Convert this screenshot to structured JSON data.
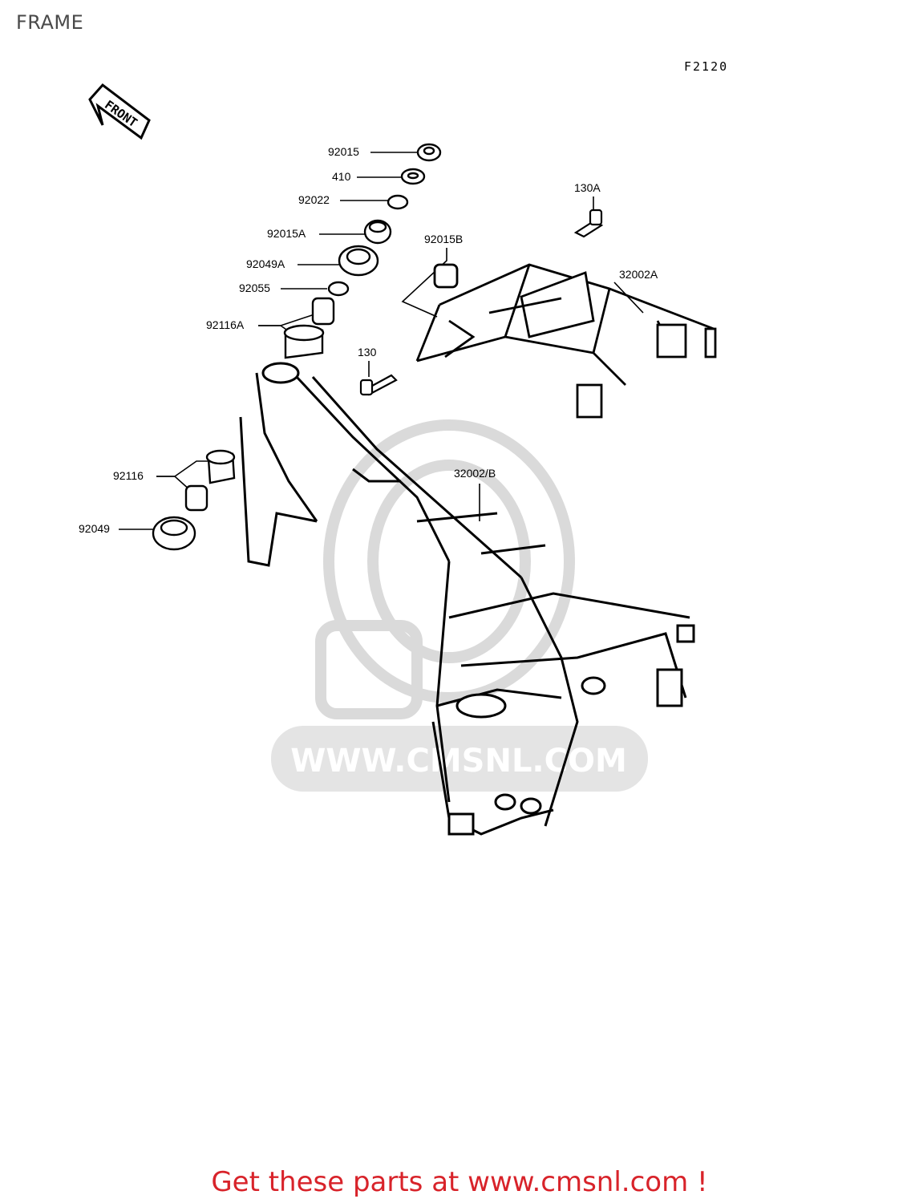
{
  "header": {
    "title": "FRAME",
    "figure_code": "F2120"
  },
  "front_marker": {
    "text": "FRONT"
  },
  "watermark": {
    "text": "WWW.CMSNL.COM"
  },
  "parts": [
    {
      "id": "p1",
      "label": "92015"
    },
    {
      "id": "p2",
      "label": "410"
    },
    {
      "id": "p3",
      "label": "92022"
    },
    {
      "id": "p4",
      "label": "92015A"
    },
    {
      "id": "p5",
      "label": "92049A"
    },
    {
      "id": "p6",
      "label": "92055"
    },
    {
      "id": "p7",
      "label": "92116A"
    },
    {
      "id": "p8",
      "label": "130A"
    },
    {
      "id": "p9",
      "label": "92015B"
    },
    {
      "id": "p10",
      "label": "32002A"
    },
    {
      "id": "p11",
      "label": "130"
    },
    {
      "id": "p12",
      "label": "92116"
    },
    {
      "id": "p13",
      "label": "32002/B"
    },
    {
      "id": "p14",
      "label": "92049"
    }
  ],
  "footer": {
    "text": "Get these parts at www.cmsnl.com !"
  },
  "colors": {
    "footer": "#d8232a",
    "line": "#000000",
    "watermark": "#d9d9d9"
  }
}
